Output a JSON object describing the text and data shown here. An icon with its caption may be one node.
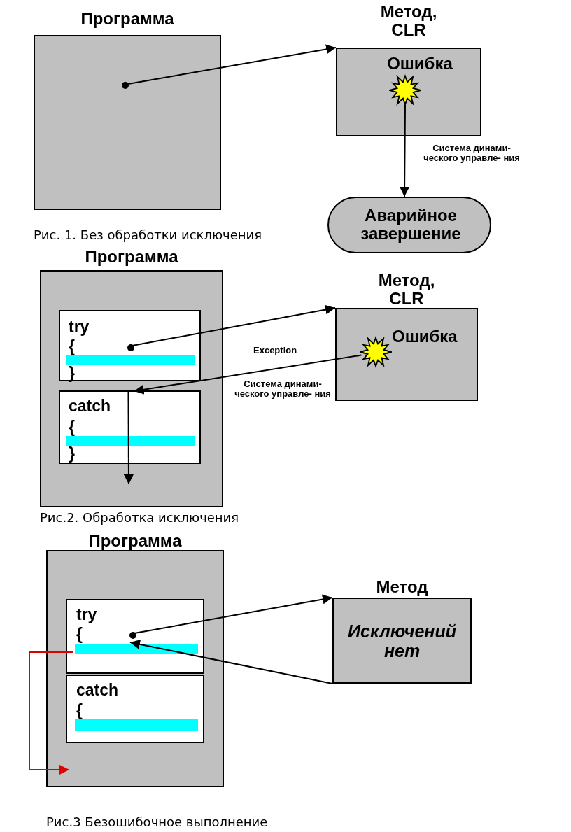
{
  "diagram": {
    "nodes": [
      {
        "text": [
          "Программа"
        ]
      },
      {
        "text": [],
        "shape": "circle",
        "in": 0
      },
      {
        "text": [
          "Метод, CLR",
          "Ошибка"
        ]
      },
      {
        "text": [],
        "shape": "star",
        "in": 2
      },
      {
        "text": [
          "Аварийное завершение"
        ]
      },
      {
        "text": [
          "Программа"
        ]
      },
      {
        "text": [
          "try",
          "{",
          "}"
        ],
        "in": 5
      },
      {
        "text": [],
        "shape": "bar",
        "in": 6
      },
      {
        "text": [],
        "shape": "circle",
        "in": 6
      },
      {
        "text": [
          "catch",
          "{",
          "}"
        ],
        "in": 5
      },
      {
        "text": [],
        "shape": "bar",
        "in": 9
      },
      {
        "text": [
          "Метод, CLR",
          "Ошибка"
        ]
      },
      {
        "text": [],
        "shape": "star",
        "in": 11
      },
      {
        "text": [
          "Программа"
        ]
      },
      {
        "text": [
          "try",
          "{"
        ],
        "in": 13
      },
      {
        "text": [],
        "shape": "circle",
        "in": 14
      },
      {
        "text": [],
        "shape": "bar",
        "in": 14
      },
      {
        "text": [
          "catch",
          "{"
        ],
        "in": 13
      },
      {
        "text": [],
        "shape": "bar",
        "in": 17
      },
      {
        "text": [
          "Метод",
          "Исключений нет"
        ]
      }
    ],
    "edges": [
      {
        "from": 1,
        "to": 2,
        "arrow": "to"
      },
      {
        "from": 3,
        "to": 4,
        "arrow": "to",
        "label": "Система динами- ческого управле- ния"
      },
      {
        "from": 8,
        "to": 11,
        "arrow": "to"
      },
      {
        "from": 12,
        "to": 9,
        "arrow": "to",
        "label": "Система динами- ческого управле- ния"
      },
      {
        "from": 9,
        "to": null,
        "arrow": "to"
      },
      {
        "from": 15,
        "to": 19,
        "arrow": "to"
      },
      {
        "from": 19,
        "to": 16,
        "arrow": "to"
      },
      {
        "from": 16,
        "to": 13,
        "arrow": "to",
        "color": "#e00000"
      }
    ],
    "labels": [
      "Рис. 1. Без обработки исключения",
      "Exception",
      "Рис.2.  Обработка исключения",
      "Рис.3 Безошибочное выполнение"
    ]
  }
}
